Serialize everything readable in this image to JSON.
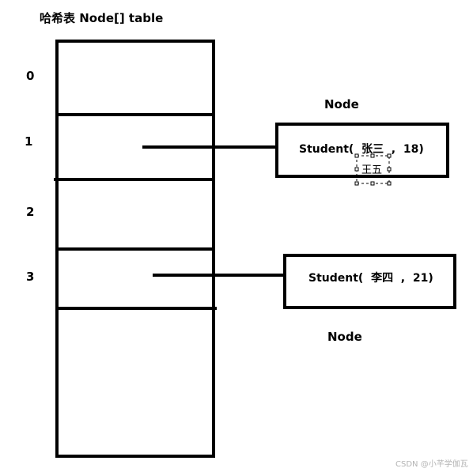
{
  "title": "哈希表 Node[] table",
  "table": {
    "indices": [
      "0",
      "1",
      "2",
      "3"
    ]
  },
  "nodes": [
    {
      "label": "Node",
      "text": "Student(  张三  ,  18)",
      "overlay_text": "王五"
    },
    {
      "label": "Node",
      "text": "Student(  李四  ,  21)"
    }
  ],
  "watermark": "CSDN @小芊学伽瓦"
}
